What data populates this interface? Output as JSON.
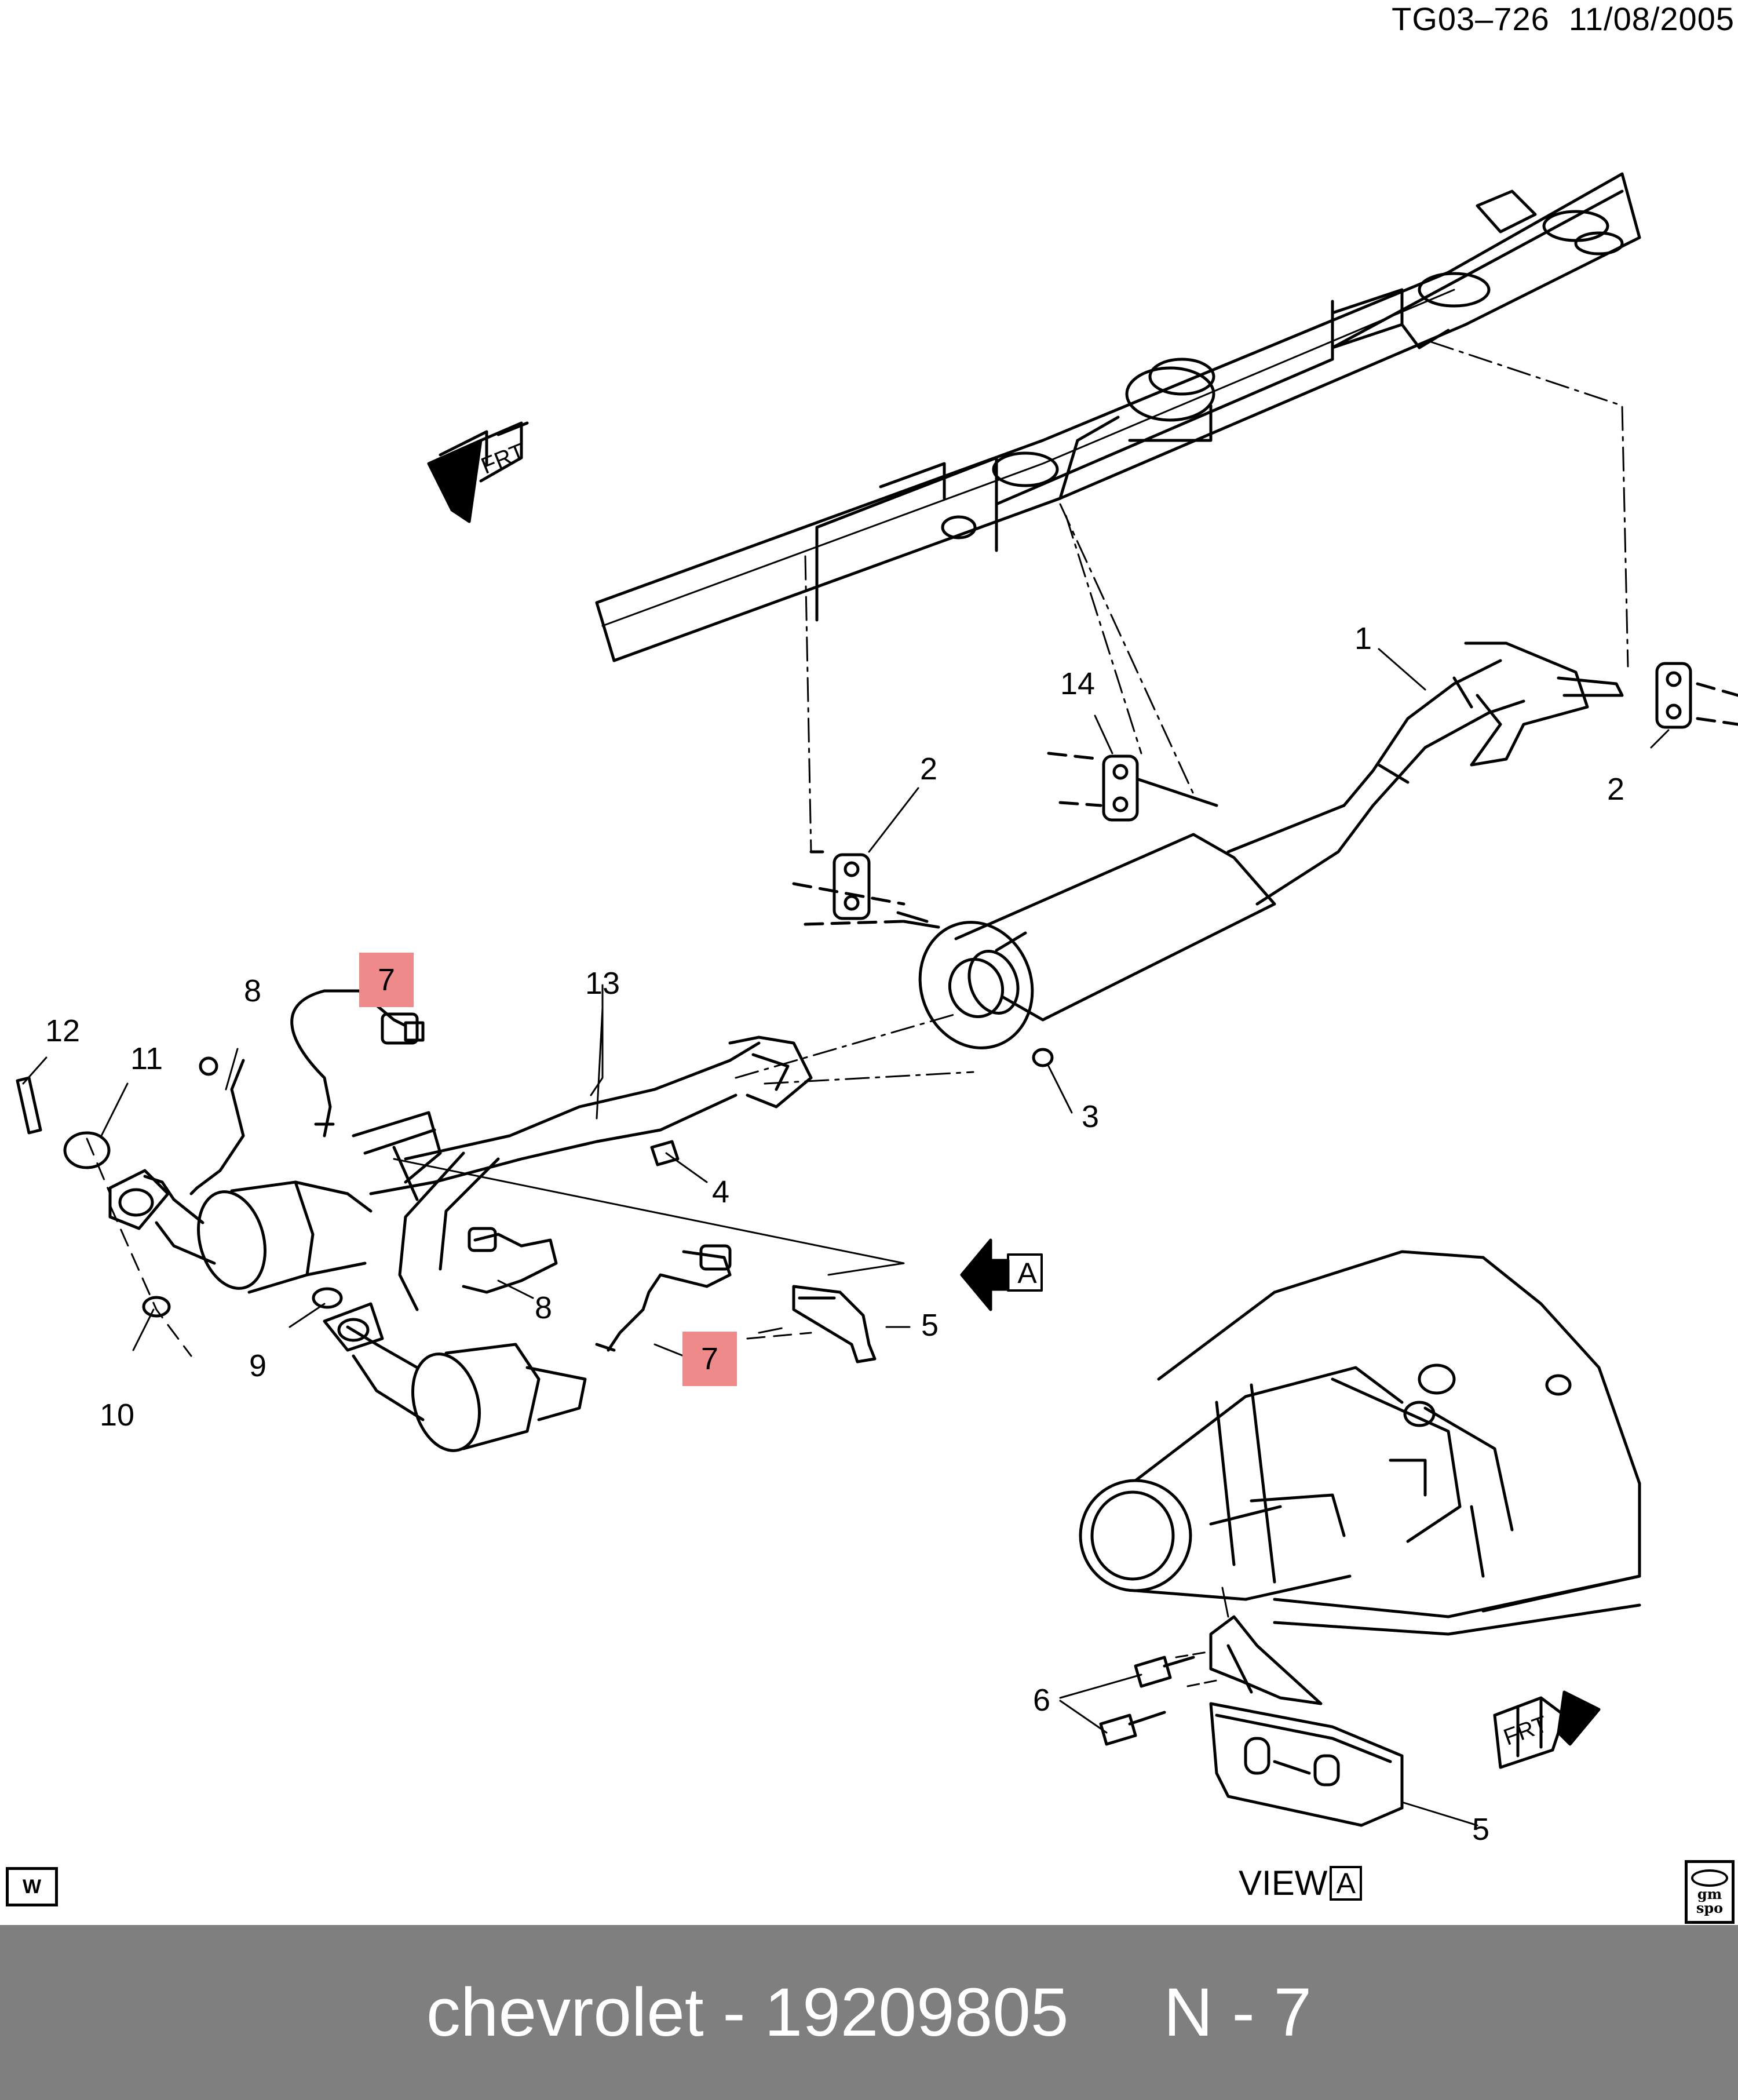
{
  "header": {
    "document_id": "TG03–726  11/08/2005"
  },
  "callouts": [
    {
      "id": "c1",
      "label": "1"
    },
    {
      "id": "c2a",
      "label": "2"
    },
    {
      "id": "c2b",
      "label": "2"
    },
    {
      "id": "c3",
      "label": "3"
    },
    {
      "id": "c4",
      "label": "4"
    },
    {
      "id": "c5a",
      "label": "5"
    },
    {
      "id": "c5b",
      "label": "5"
    },
    {
      "id": "c6",
      "label": "6"
    },
    {
      "id": "c7a",
      "label": "7",
      "highlighted": true
    },
    {
      "id": "c7b",
      "label": "7",
      "highlighted": true
    },
    {
      "id": "c8a",
      "label": "8"
    },
    {
      "id": "c8b",
      "label": "8"
    },
    {
      "id": "c9",
      "label": "9"
    },
    {
      "id": "c10",
      "label": "10"
    },
    {
      "id": "c11",
      "label": "11"
    },
    {
      "id": "c12",
      "label": "12"
    },
    {
      "id": "c13",
      "label": "13"
    },
    {
      "id": "c14",
      "label": "14"
    }
  ],
  "view_marker": {
    "letter": "A"
  },
  "view_label": {
    "prefix": "VIEW",
    "letter": "A"
  },
  "front_arrow_label": "FRT",
  "corner_badge": "W",
  "gm_logo": {
    "line1": "gm",
    "line2": "spo"
  },
  "footer": {
    "part_text": "chevrolet - 19209805",
    "page_text": "N - 7",
    "background": "#7f7f7f"
  },
  "highlight_color": "#ef8a8a"
}
